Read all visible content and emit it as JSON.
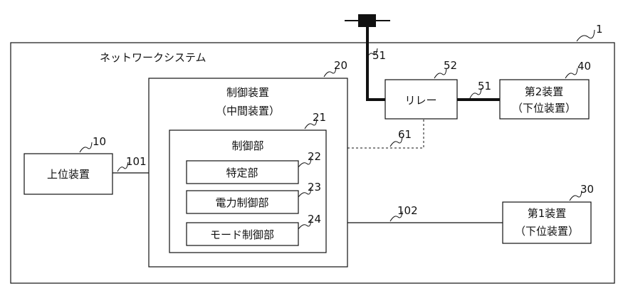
{
  "system": {
    "ref": "1",
    "label": "ネットワークシステム"
  },
  "host": {
    "ref": "10",
    "label": "上位装置"
  },
  "controller": {
    "ref": "20",
    "label": "制御装置",
    "sublabel": "（中間装置）"
  },
  "control_unit": {
    "ref": "21",
    "label": "制御部"
  },
  "modules": [
    {
      "ref": "22",
      "label": "特定部"
    },
    {
      "ref": "23",
      "label": "電力制御部"
    },
    {
      "ref": "24",
      "label": "モード制御部"
    }
  ],
  "relay": {
    "ref": "52",
    "label": "リレー"
  },
  "device2": {
    "ref": "40",
    "label": "第2装置",
    "sublabel": "（下位装置）"
  },
  "device1": {
    "ref": "30",
    "label": "第1装置",
    "sublabel": "（下位装置）"
  },
  "links": {
    "power_in": "51",
    "power_out": "51",
    "relay_control": "61",
    "host_link": "101",
    "device1_link": "102"
  }
}
